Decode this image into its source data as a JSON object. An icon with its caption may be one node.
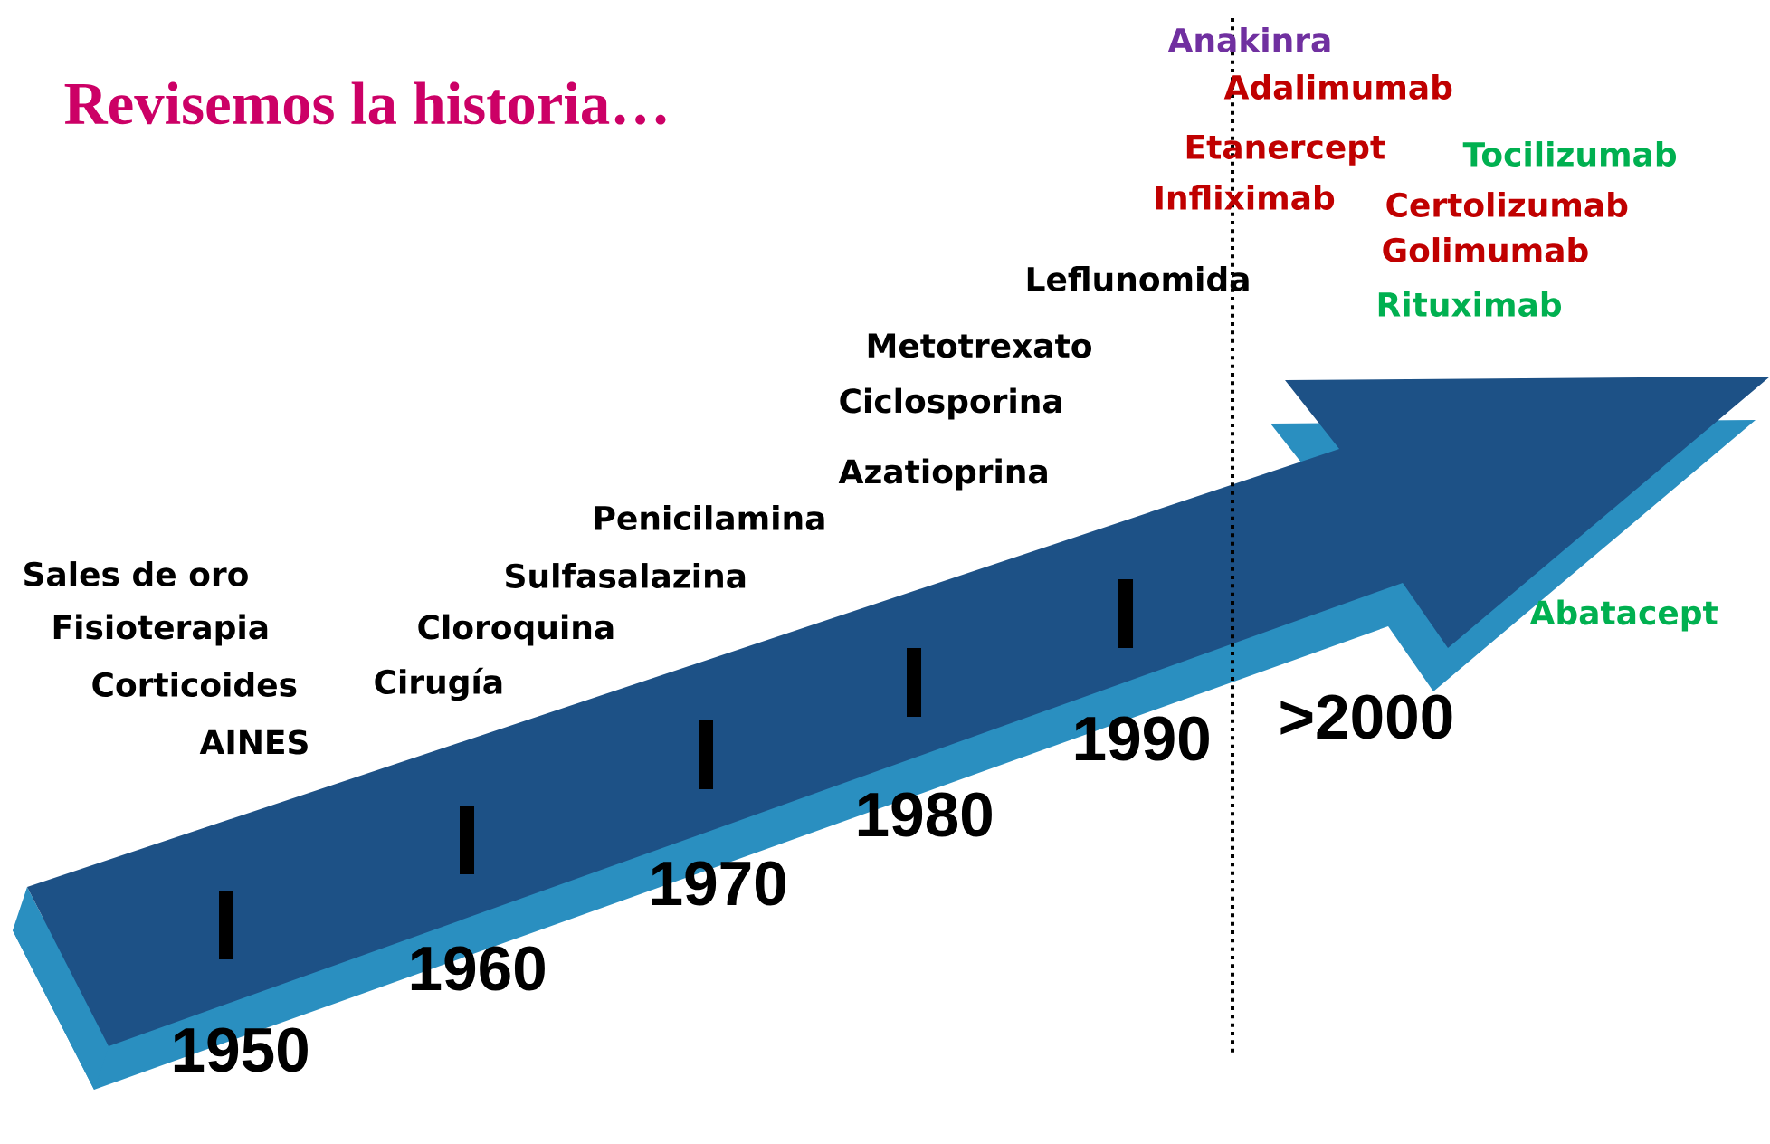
{
  "diagram": {
    "title": "Revisemos la historia…",
    "labels": [
      "Anakinra",
      "Adalimumab",
      "Etanercept",
      "Tocilizumab",
      "Infliximab",
      "Certolizumab",
      "Golimumab",
      "Leflunomida",
      "Rituximab",
      "Metotrexato",
      "Ciclosporina",
      "Azatioprina",
      "Penicilamina",
      "Sales de oro",
      "Sulfasalazina",
      "Fisioterapia",
      "Cloroquina",
      "Abatacept",
      "Corticoides",
      "Cirugía",
      "AINES",
      ">2000",
      "1990",
      "1980",
      "1970",
      "1960",
      "1950"
    ]
  }
}
